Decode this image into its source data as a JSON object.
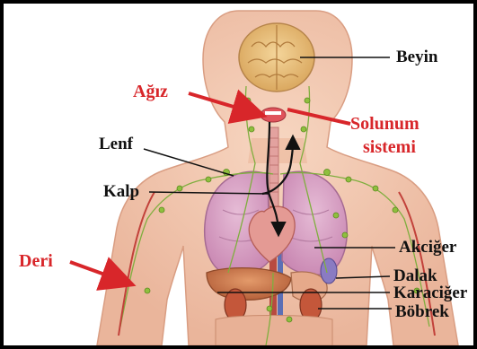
{
  "labels": {
    "beyin": "Beyin",
    "agiz": "Ağız",
    "solunum": "Solunum",
    "sistemi": "sistemi",
    "lenf": "Lenf",
    "kalp": "Kalp",
    "deri": "Deri",
    "akciger": "Akciğer",
    "dalak": "Dalak",
    "karaciger": "Karaciğer",
    "bobrek": "Böbrek"
  },
  "colors": {
    "red_label": "#d8262a",
    "skin": "#f3c9b2",
    "lung": "#d9a2c4",
    "brain": "#e9c27f"
  }
}
